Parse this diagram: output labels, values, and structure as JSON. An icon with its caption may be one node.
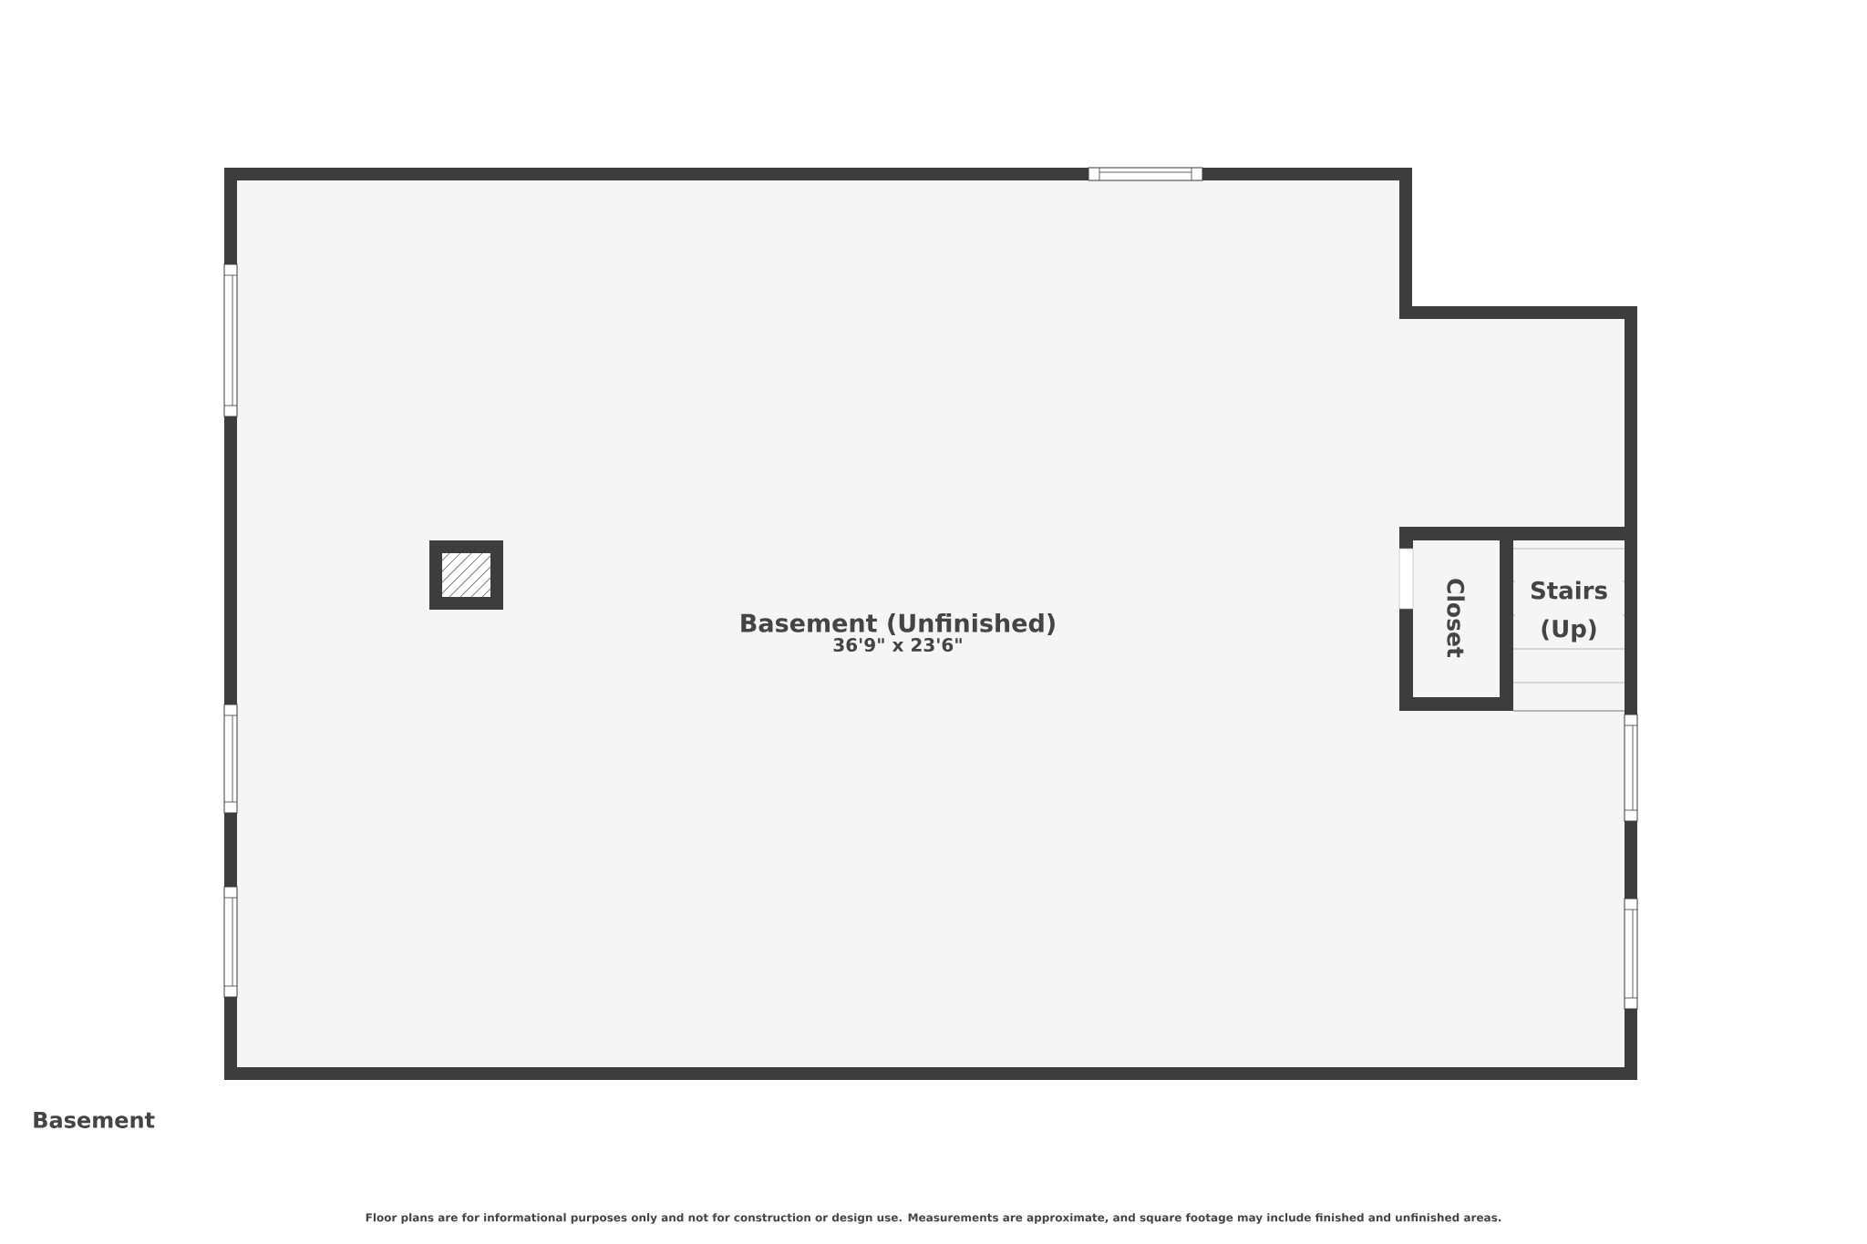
{
  "diagram": {
    "nodes": [
      {
        "text": [
          "Basement (Unfinished)",
          "36'9\" x 23'6\""
        ]
      },
      {
        "text": [
          "Closet"
        ],
        "in": 0
      },
      {
        "text": [
          "Stairs (Up)"
        ],
        "in": 0
      }
    ],
    "labels": [
      "Basement",
      "Floor plans are for informational purposes only and not for construction or design use. Measurements are approximate, and square footage may include finished and unfinished areas."
    ]
  }
}
